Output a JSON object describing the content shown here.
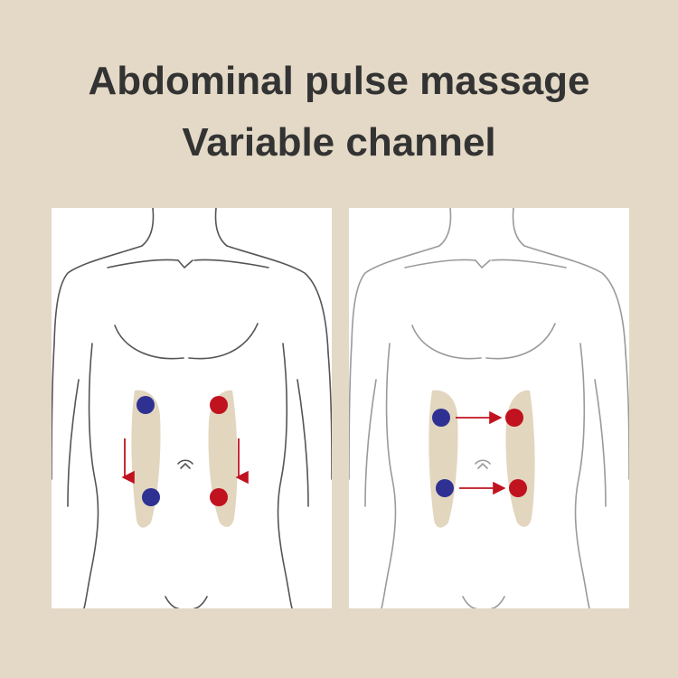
{
  "title": {
    "line1": "Abdominal pulse massage",
    "line2": "Variable channel"
  },
  "colors": {
    "background": "#e3d9c6",
    "panel": "#ffffff",
    "pad": "#e2d6bf",
    "blue_electrode": "#2e3192",
    "red_electrode": "#c1121f",
    "arrow": "#c1121f",
    "outline_left": "#555555",
    "outline_right": "#9a9a9a"
  },
  "panels": [
    {
      "name": "left",
      "flow": "vertical",
      "description_icon": "downward-arrows"
    },
    {
      "name": "right",
      "flow": "horizontal",
      "description_icon": "rightward-arrows"
    }
  ]
}
